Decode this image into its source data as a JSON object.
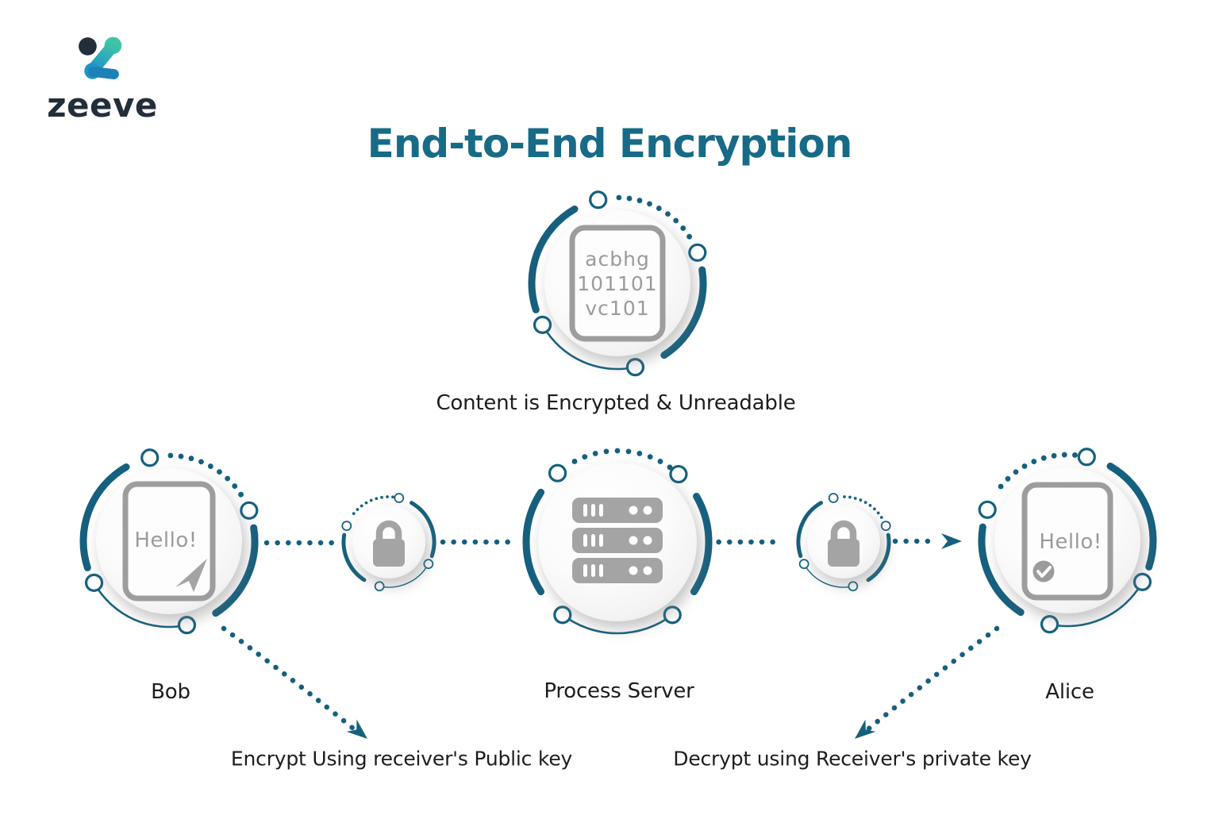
{
  "brand": {
    "name": "zeeve",
    "logo_icon": "zeeve-logo-icon"
  },
  "title": "End-to-End Encryption",
  "encrypted_node": {
    "caption": "Content is Encrypted & Unreadable",
    "doc_lines": [
      "acbhg",
      "101101",
      "vc101"
    ],
    "icon": "encrypted-document-icon"
  },
  "flow": {
    "bob": {
      "label": "Bob",
      "doc_text": "Hello!",
      "icon": "document-send-icon"
    },
    "lock_left": {
      "icon": "padlock-icon"
    },
    "server": {
      "label": "Process Server",
      "icon": "server-stack-icon"
    },
    "lock_right": {
      "icon": "padlock-icon"
    },
    "alice": {
      "label": "Alice",
      "doc_text": "Hello!",
      "icon": "document-check-icon"
    }
  },
  "annotations": {
    "encrypt": "Encrypt Using receiver's Public key",
    "decrypt": "Decrypt using Receiver's private key"
  },
  "colors": {
    "accent_teal": "#15607E",
    "title_teal": "#176B87",
    "icon_gray": "#A4A4A4",
    "doc_stroke": "#9D9D9D",
    "doc_text": "#9B9B9B",
    "text_dark": "#1D1D1F",
    "logo_navy": "#232E3B",
    "logo_green": "#3EC5A6",
    "logo_blue": "#2093C8"
  }
}
